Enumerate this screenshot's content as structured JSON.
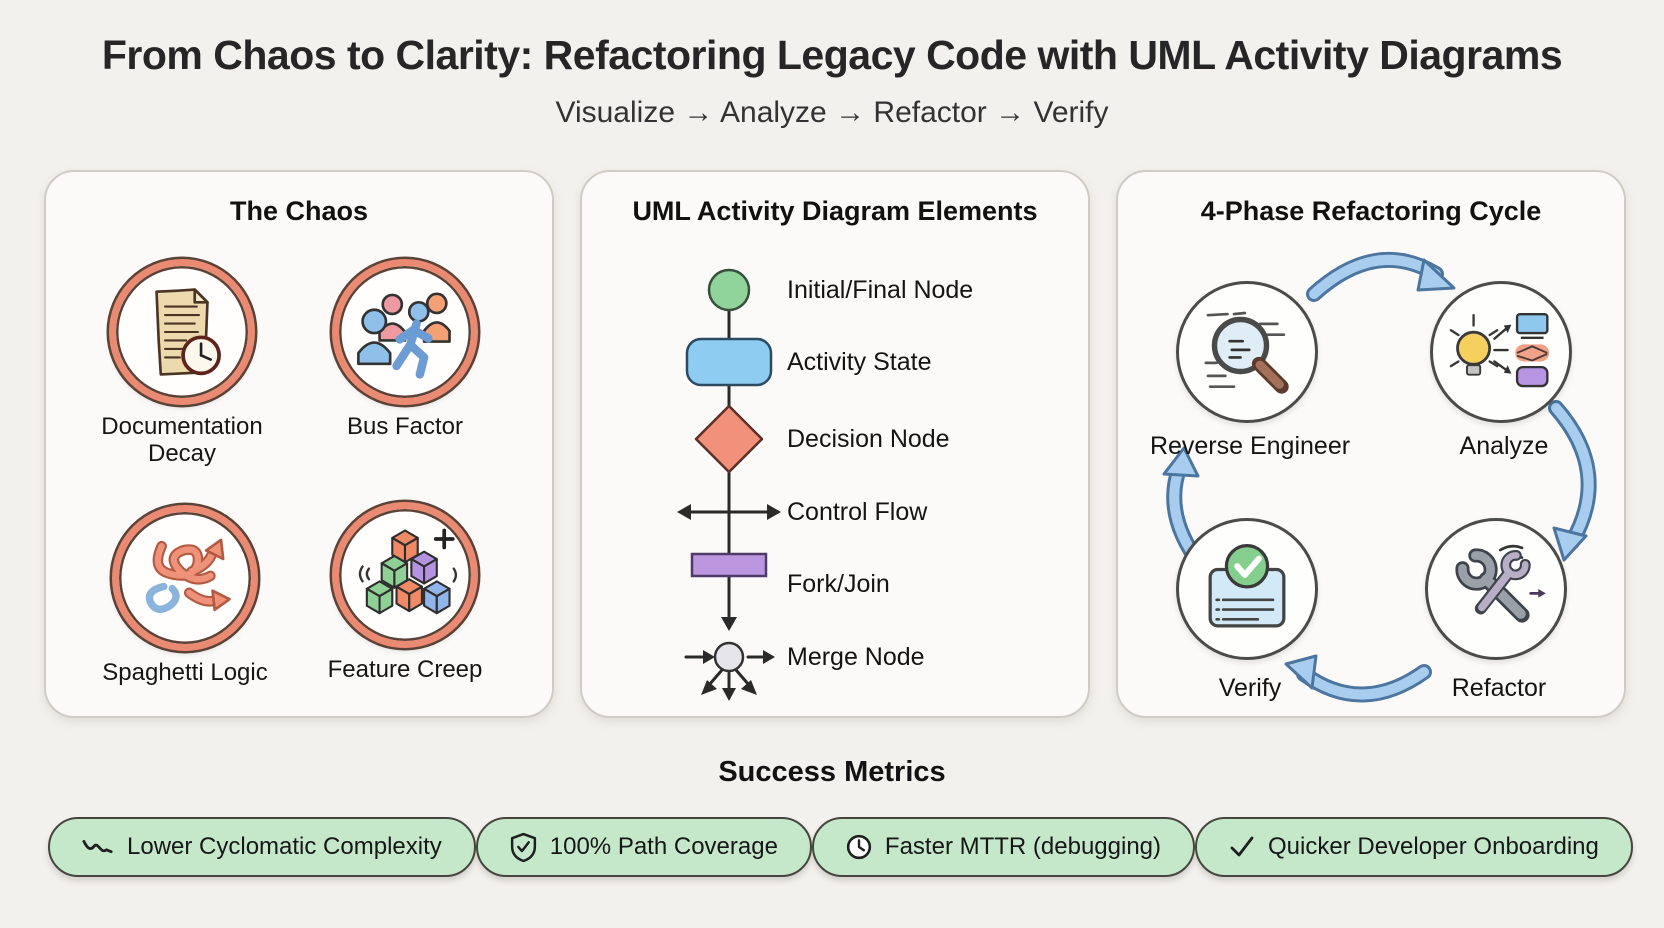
{
  "page": {
    "title": "From Chaos to Clarity: Refactoring Legacy Code with UML Activity Diagrams",
    "subtitle": "Visualize → Analyze → Refactor → Verify"
  },
  "panels": {
    "chaos": {
      "title": "The Chaos",
      "items": [
        {
          "label": "Documentation Decay",
          "icon": "document-clock-icon"
        },
        {
          "label": "Bus Factor",
          "icon": "people-leaving-icon"
        },
        {
          "label": "Spaghetti Logic",
          "icon": "tangled-arrows-icon"
        },
        {
          "label": "Feature Creep",
          "icon": "stacked-cubes-plus-icon"
        }
      ]
    },
    "uml": {
      "title": "UML Activity Diagram Elements",
      "elements": [
        {
          "label": "Initial/Final Node",
          "symbol": "green-circle"
        },
        {
          "label": "Activity State",
          "symbol": "blue-rounded-rectangle"
        },
        {
          "label": "Decision Node",
          "symbol": "orange-diamond"
        },
        {
          "label": "Control Flow",
          "symbol": "double-headed-arrow"
        },
        {
          "label": "Fork/Join",
          "symbol": "purple-bar"
        },
        {
          "label": "Merge Node",
          "symbol": "circle-with-fanning-arrows"
        }
      ]
    },
    "cycle": {
      "title": "4-Phase Refactoring Cycle",
      "phases": [
        {
          "label": "Reverse Engineer",
          "icon": "magnifier-code-icon"
        },
        {
          "label": "Analyze",
          "icon": "lightbulb-flowchart-icon"
        },
        {
          "label": "Verify",
          "icon": "checklist-check-icon"
        },
        {
          "label": "Refactor",
          "icon": "crossed-wrenches-icon"
        }
      ]
    }
  },
  "metrics": {
    "title": "Success Metrics",
    "badges": [
      {
        "label": "Lower Cyclomatic Complexity",
        "icon": "downward-squiggle-icon"
      },
      {
        "label": "100% Path Coverage",
        "icon": "shield-check-icon"
      },
      {
        "label": "Faster MTTR (debugging)",
        "icon": "clock-icon"
      },
      {
        "label": "Quicker Developer Onboarding",
        "icon": "checkmark-icon"
      }
    ]
  },
  "colors": {
    "page_background": "#f3f1ed",
    "panel_background": "#fbfaf8",
    "chaos_ring": "#eb8a72",
    "uml_green": "#90d49b",
    "uml_blue": "#8ecdf1",
    "uml_orange": "#f2917a",
    "uml_purple": "#bb97e0",
    "merge_gray": "#e6e5ea",
    "cycle_arrow_fill": "#a9cdee",
    "cycle_arrow_stroke": "#4c769f",
    "badge_green": "#c6e8ca",
    "ink": "#1d1d1d"
  }
}
